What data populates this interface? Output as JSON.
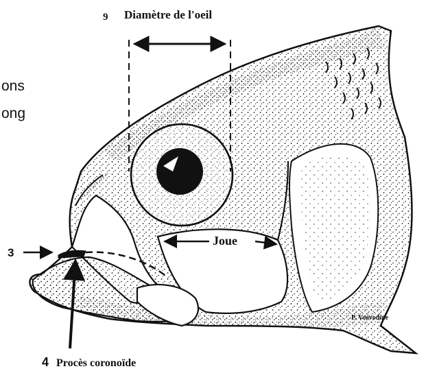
{
  "labels": {
    "number_9": "9",
    "eye_diameter": "Diamètre de l'oeil",
    "cut_text_line1": "ons",
    "cut_text_line2": "ong",
    "number_3": "3",
    "number_4": "4",
    "coronoid": "Procès coronoïde",
    "cheek": "Joue",
    "credit": "P. Voévodine"
  },
  "colors": {
    "ink": "#111111",
    "background": "#ffffff"
  }
}
